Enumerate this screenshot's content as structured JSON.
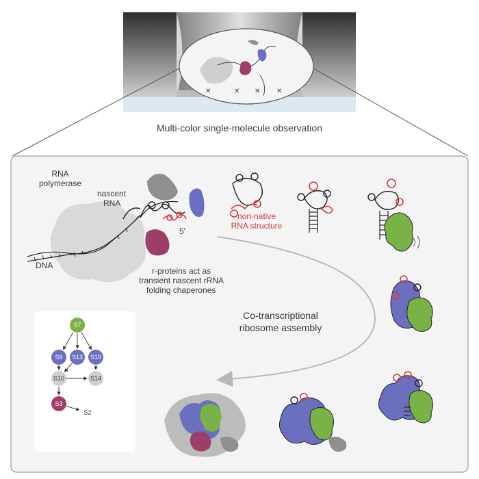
{
  "caption": "Multi-color single-molecule observation",
  "labels": {
    "rna_polymerase_1": "RNA",
    "rna_polymerase_2": "polymerase",
    "nascent_1": "nascent",
    "nascent_2": "RNA",
    "five_prime": "5'",
    "dna": "DNA",
    "non_native_1": "non-native",
    "non_native_2": "RNA structure",
    "chaperone_1": "r-proteins act as",
    "chaperone_2": "transient nascent rRNA",
    "chaperone_3": "folding chaperones",
    "assembly_1": "Co-transcriptional",
    "assembly_2": "ribosome assembly"
  },
  "network": {
    "nodes": [
      {
        "id": "S7",
        "label": "S7",
        "color": "#79b246"
      },
      {
        "id": "S9",
        "label": "S9",
        "color": "#6b6fbf"
      },
      {
        "id": "S13",
        "label": "S13",
        "color": "#6b6fbf"
      },
      {
        "id": "S19",
        "label": "S19",
        "color": "#6b6fbf"
      },
      {
        "id": "S10",
        "label": "S10",
        "color": "#d0d0d0"
      },
      {
        "id": "S14",
        "label": "S14",
        "color": "#d0d0d0"
      },
      {
        "id": "S3",
        "label": "S3",
        "color": "#a43c6a"
      },
      {
        "id": "S2",
        "label": "S2",
        "color": "none"
      }
    ]
  },
  "colors": {
    "protein_blue": "#6b6fbf",
    "protein_green": "#79b246",
    "protein_maroon": "#9c3f68",
    "protein_gray": "#8f8f8f",
    "non_native_red": "#d43a3a"
  }
}
